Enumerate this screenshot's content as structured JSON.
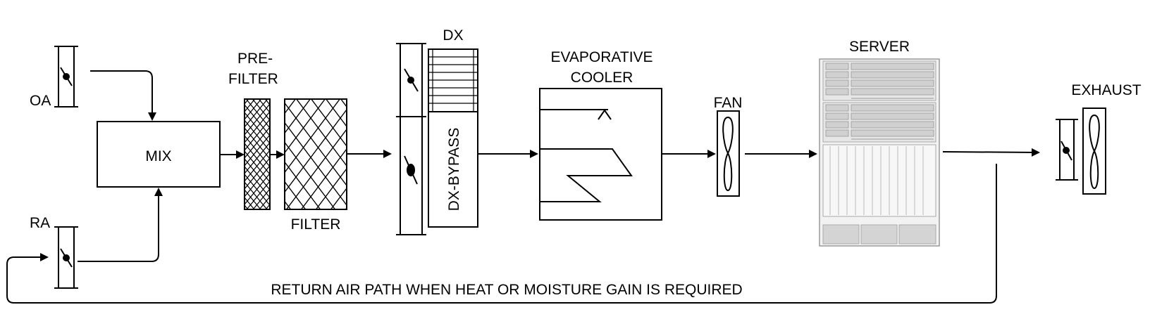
{
  "labels": {
    "oa": "OA",
    "ra": "RA",
    "mix": "MIX",
    "pre_filter_line1": "PRE-",
    "pre_filter_line2": "FILTER",
    "filter": "FILTER",
    "dx": "DX",
    "dx_bypass": "DX-BYPASS",
    "evaporative_line1": "EVAPORATIVE",
    "evaporative_line2": "COOLER",
    "fan": "FAN",
    "server": "SERVER",
    "exhaust": "EXHAUST",
    "return_path": "RETURN AIR PATH WHEN HEAT OR MOISTURE GAIN IS REQUIRED"
  }
}
